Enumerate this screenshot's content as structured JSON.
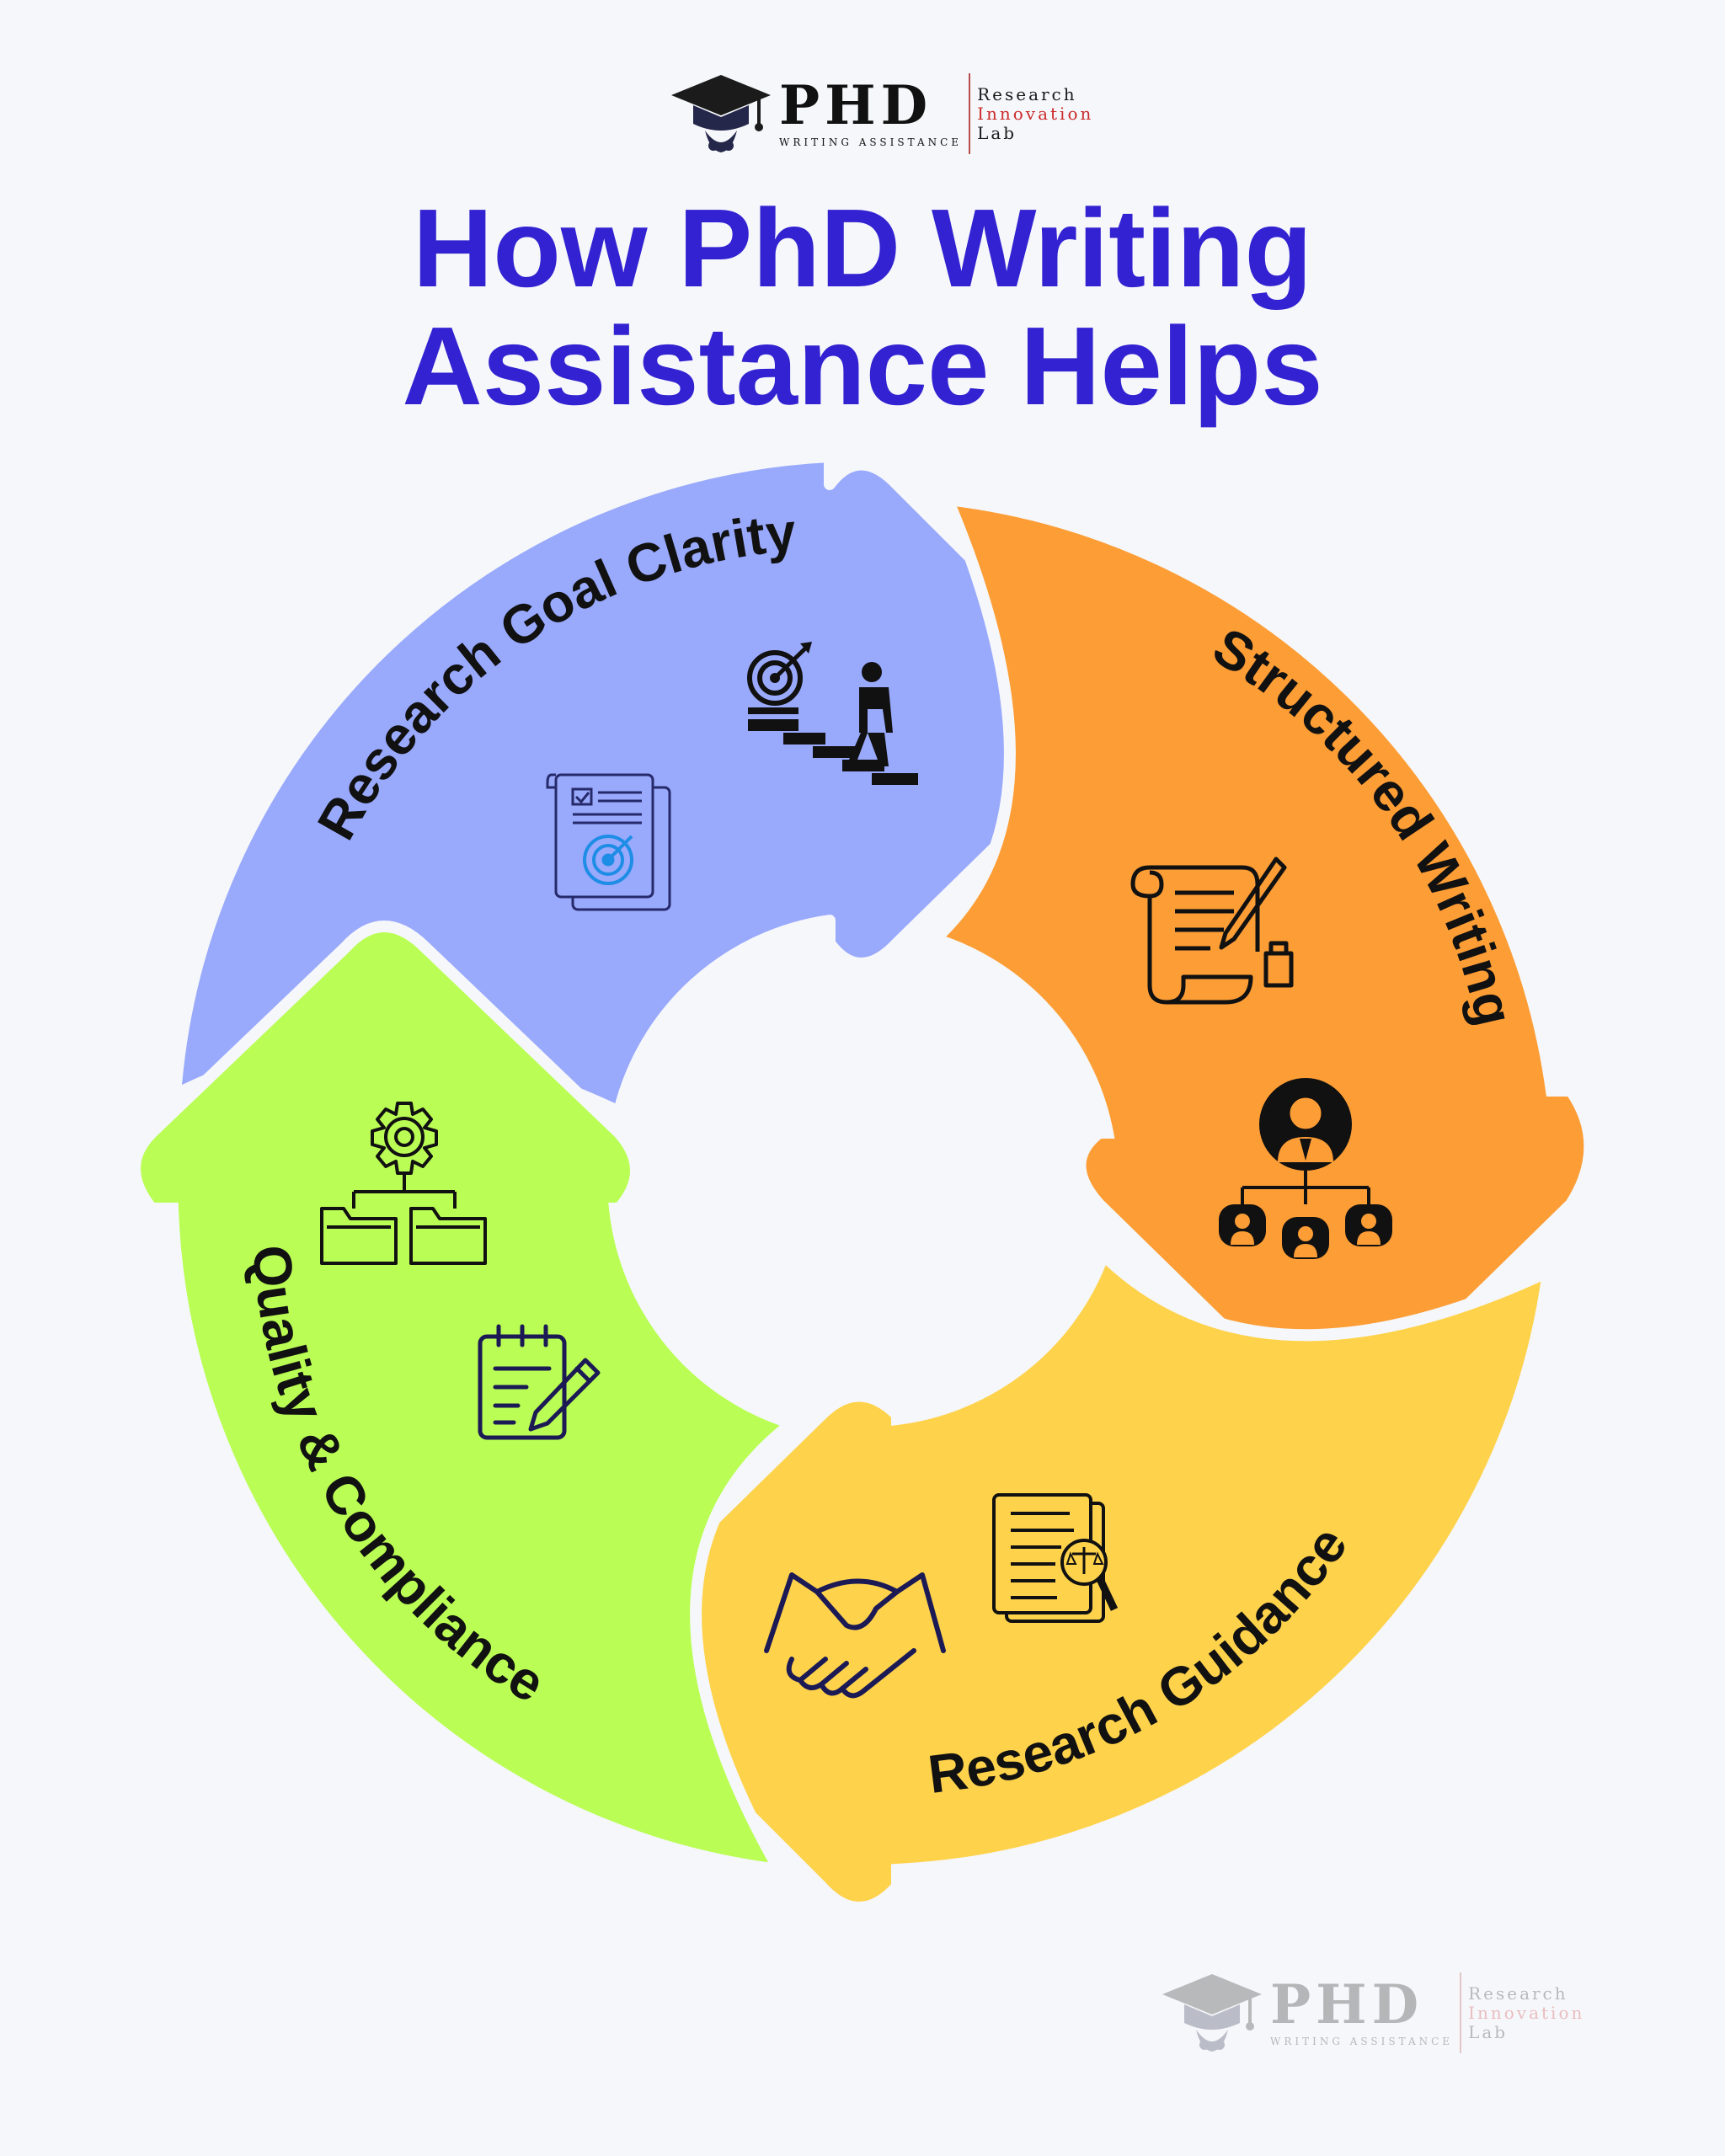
{
  "logo": {
    "wordmark": "PHD",
    "tagline": "WRITING ASSISTANCE",
    "lab_line1": "Research",
    "lab_line2": "Innovation",
    "lab_line3": "Lab"
  },
  "title": {
    "line1": "How PhD Writing",
    "line2": "Assistance Helps"
  },
  "segments": [
    {
      "label": "Research Goal Clarity",
      "color": "#99a9fc",
      "icons": [
        "target-stairs-icon",
        "goal-document-icon"
      ]
    },
    {
      "label": "Structured Writing",
      "color": "#fd9d35",
      "icons": [
        "scroll-quill-icon",
        "team-hierarchy-icon"
      ]
    },
    {
      "label": "Research Guidance",
      "color": "#fed24b",
      "icons": [
        "legal-document-icon",
        "handshake-icon"
      ]
    },
    {
      "label": "Quality & Compliance",
      "color": "#bafd54",
      "icons": [
        "gear-folders-icon",
        "checklist-pencil-icon"
      ]
    }
  ],
  "colors": {
    "background": "#f5f7fa",
    "title": "#3322d1",
    "lab_accent": "#cc2b2b"
  }
}
